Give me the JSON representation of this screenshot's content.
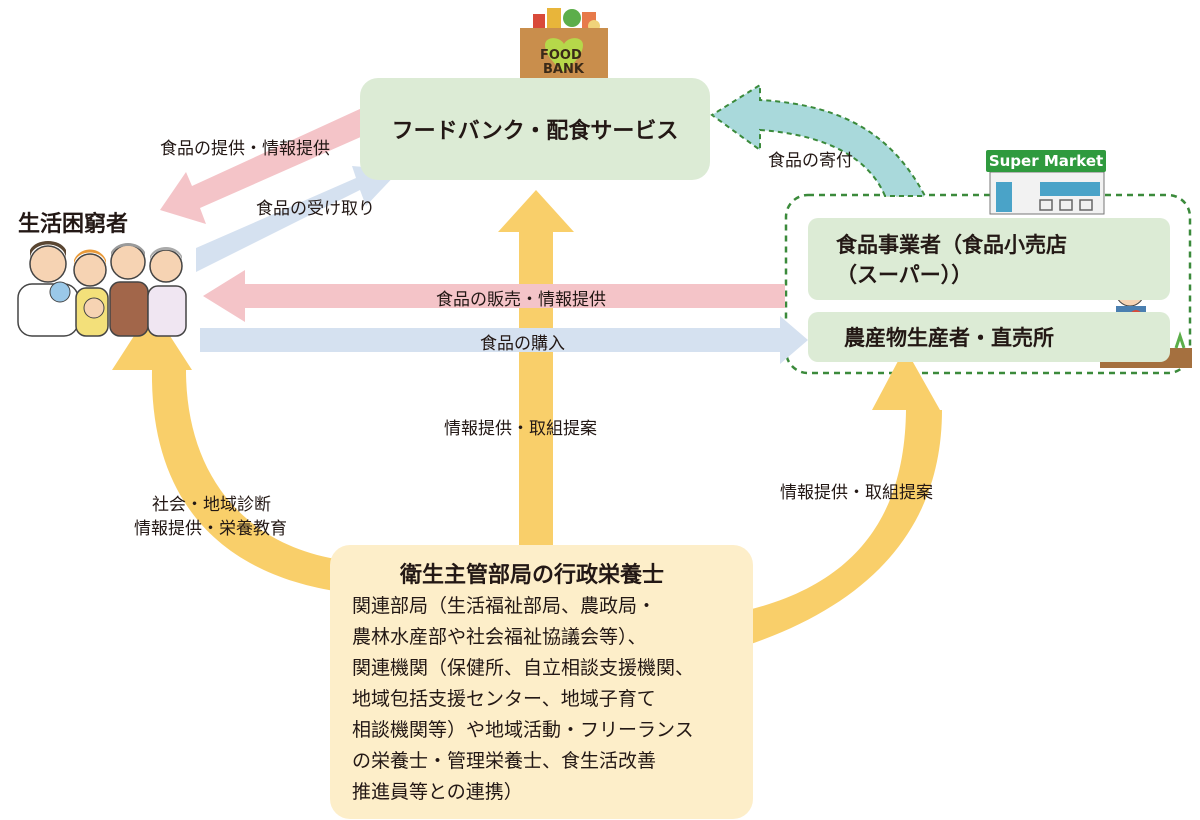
{
  "nodes": {
    "food_bank": "フードバンク・配食サービス",
    "people": "生活困窮者",
    "retail_line1": "食品事業者（食品小売店",
    "retail_line2": "（スーパー））",
    "farm": "農産物生産者・直売所",
    "admin_title": "衛生主管部局の行政栄養士",
    "admin_lines": [
      "関連部局（生活福祉部局、農政局・",
      "農林水産部や社会福祉協議会等）、",
      "関連機関（保健所、自立相談支援機関、",
      "地域包括支援センター、地域子育て",
      "相談機関等）や地域活動・フリーランス",
      "の栄養士・管理栄養士、食生活改善",
      "推進員等との連携）"
    ]
  },
  "edges": {
    "fb_to_people": "食品の提供・情報提供",
    "people_to_fb": "食品の受け取り",
    "retail_to_fb": "食品の寄付",
    "retail_to_people": "食品の販売・情報提供",
    "people_to_farm": "食品の購入",
    "admin_to_fb": "情報提供・取組提案",
    "admin_to_retail": "情報提供・取組提案",
    "admin_to_people_1": "社会・地域診断",
    "admin_to_people_2": "情報提供・栄養教育"
  },
  "illustrations": {
    "foodbank_box_1": "FOOD",
    "foodbank_box_2": "BANK",
    "supermarket_sign": "Super Market"
  },
  "colors": {
    "box_green": "#dcebd5",
    "box_yellow": "#fdeec9",
    "arrow_yellow": "#f9cf6a",
    "arrow_pink": "#f4c4c8",
    "arrow_blue": "#d5e1f0",
    "arrow_teal": "#a9d9db",
    "dashed_green": "#3b8a3b"
  }
}
